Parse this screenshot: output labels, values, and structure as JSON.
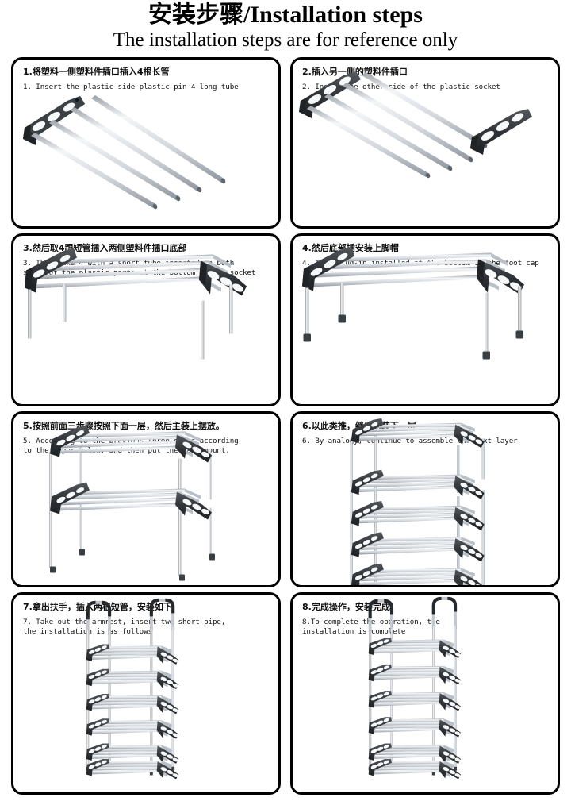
{
  "header": {
    "title_cn": "安装步骤",
    "title_sep": "/",
    "title_en": "Installation steps",
    "subtitle": "The installation steps are for reference only"
  },
  "colors": {
    "border": "#000000",
    "background": "#ffffff",
    "text": "#111111",
    "tube_light": "#f2f4f6",
    "tube_mid": "#c9ced4",
    "tube_dark": "#8d949c",
    "plastic_dark": "#2f3337",
    "plastic_mid": "#4a5055",
    "foot_cap": "#3a3f44"
  },
  "steps": [
    {
      "index": "1",
      "cn": "1.将塑料一侧塑料件插口插入4根长管",
      "en": [
        "1. Insert the plastic side plastic pin 4 long tube"
      ],
      "art": "side-connector-with-four-long-tubes"
    },
    {
      "index": "2",
      "cn": "2.插入另一侧的塑料件插口",
      "en": [
        "2. Insert the other side of the plastic socket"
      ],
      "art": "tubes-with-second-side-connector"
    },
    {
      "index": "3",
      "cn": "3.然后取4跟短管插入两侧塑料件插口底部",
      "en": [
        "3. Then take 4 with a short tube inserted on both",
        "sides of the plastic parts at the bottom of the socket"
      ],
      "art": "shelf-frame-with-four-short-legs"
    },
    {
      "index": "4",
      "cn": "4.然后底部插安装上脚帽",
      "en": [
        "4. Then plug-in installed at the bottom of the foot cap"
      ],
      "art": "shelf-frame-with-foot-caps"
    },
    {
      "index": "5",
      "cn": "5.按照前面三步骤按照下面一层，然后主装上摆放。",
      "en": [
        "5. According to the previous three steps according",
        "to the layer below, and then put the main mount."
      ],
      "art": "two-stacked-layers"
    },
    {
      "index": "6",
      "cn": "6.以此类推，继续组装下一层",
      "en": [
        "6. By analogy, continue to assemble the next layer"
      ],
      "art": "multi-tier-stack-in-progress"
    },
    {
      "index": "7",
      "cn": "7.拿出扶手，插入两根短管，安装如下",
      "en": [
        "7. Take out the armrest, insert two short pipe,",
        "the installation is as follows"
      ],
      "art": "six-tier-rack-with-armrest-inserting"
    },
    {
      "index": "8",
      "cn": "8.完成操作，安装完成",
      "en": [
        "8.To complete the operation, the",
        "installation is complete"
      ],
      "art": "completed-six-tier-rack"
    }
  ]
}
